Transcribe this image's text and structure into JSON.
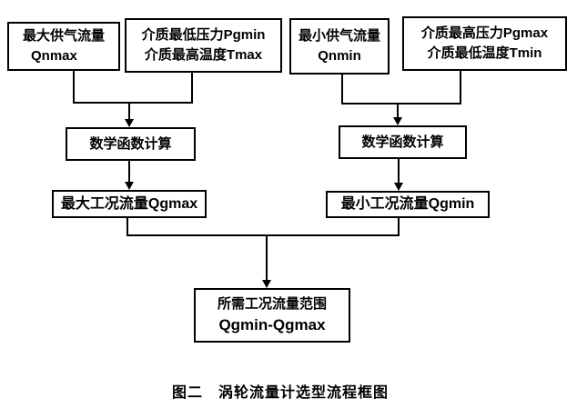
{
  "figure": {
    "caption": "图二　涡轮流量计选型流程框图",
    "nodes": {
      "max_supply_flow": {
        "line1": "最大供气流量",
        "line2": "Qnmax"
      },
      "min_pressure_max_temp": {
        "line1": "介质最低压力Pgmin",
        "line2": "介质最高温度Tmax"
      },
      "min_supply_flow": {
        "line1": "最小供气流量",
        "line2": "Qnmin"
      },
      "max_pressure_min_temp": {
        "line1": "介质最高压力Pgmax",
        "line2": "介质最低温度Tmin"
      },
      "math_calc_left": {
        "label": "数学函数计算"
      },
      "math_calc_right": {
        "label": "数学函数计算"
      },
      "max_working_flow": {
        "label": "最大工况流量Qgmax"
      },
      "min_working_flow": {
        "label": "最小工况流量Qgmin"
      },
      "required_flow_range": {
        "line1": "所需工况流量范围",
        "line2": "Qgmin-Qgmax"
      }
    },
    "colors": {
      "line": "#000000",
      "text": "#000000",
      "background": "#ffffff"
    }
  }
}
